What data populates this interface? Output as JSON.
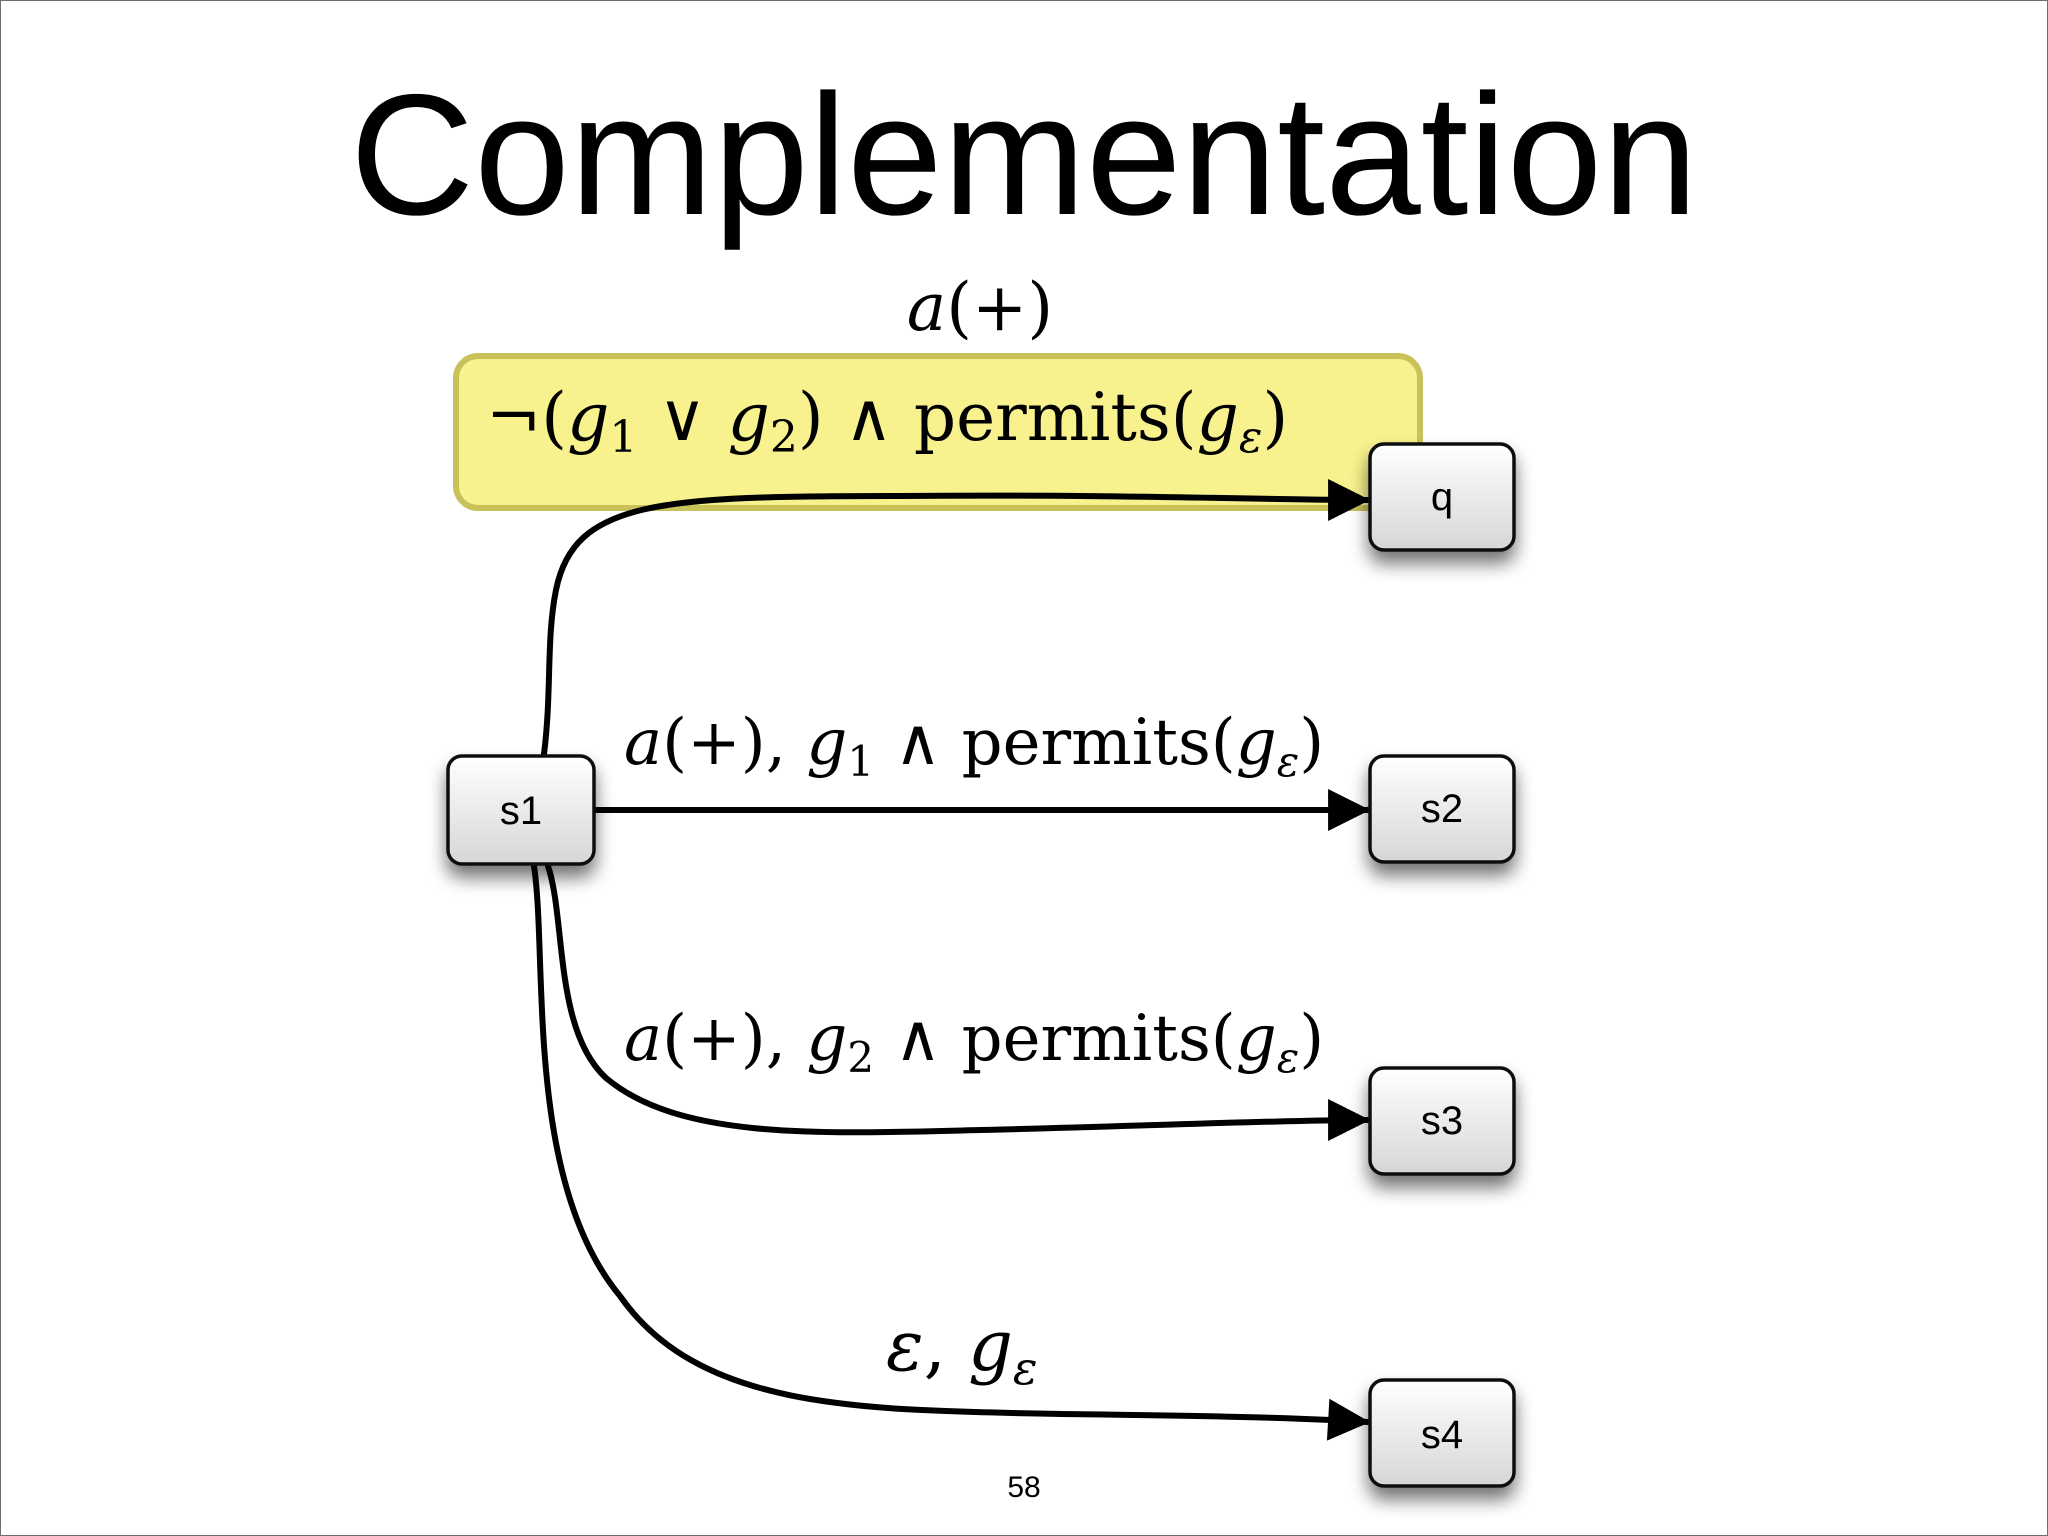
{
  "slide": {
    "title": "Complementation",
    "page_number": "58"
  },
  "highlight": {
    "fill_color": "#f7f28e",
    "border_color": "#c9c25a"
  },
  "nodes": {
    "s1": "s1",
    "s2": "s2",
    "s3": "s3",
    "s4": "s4",
    "q": "q"
  },
  "edges": {
    "s1_to_q": {
      "action": "a(+)",
      "guard": "¬(g1 ∨ g2) ∧ permits(gε)"
    },
    "s1_to_s2": {
      "label": "a(+), g1 ∧ permits(gε)"
    },
    "s1_to_s3": {
      "label": "a(+), g2 ∧ permits(gε)"
    },
    "s1_to_s4": {
      "label": "ε, gε"
    }
  }
}
